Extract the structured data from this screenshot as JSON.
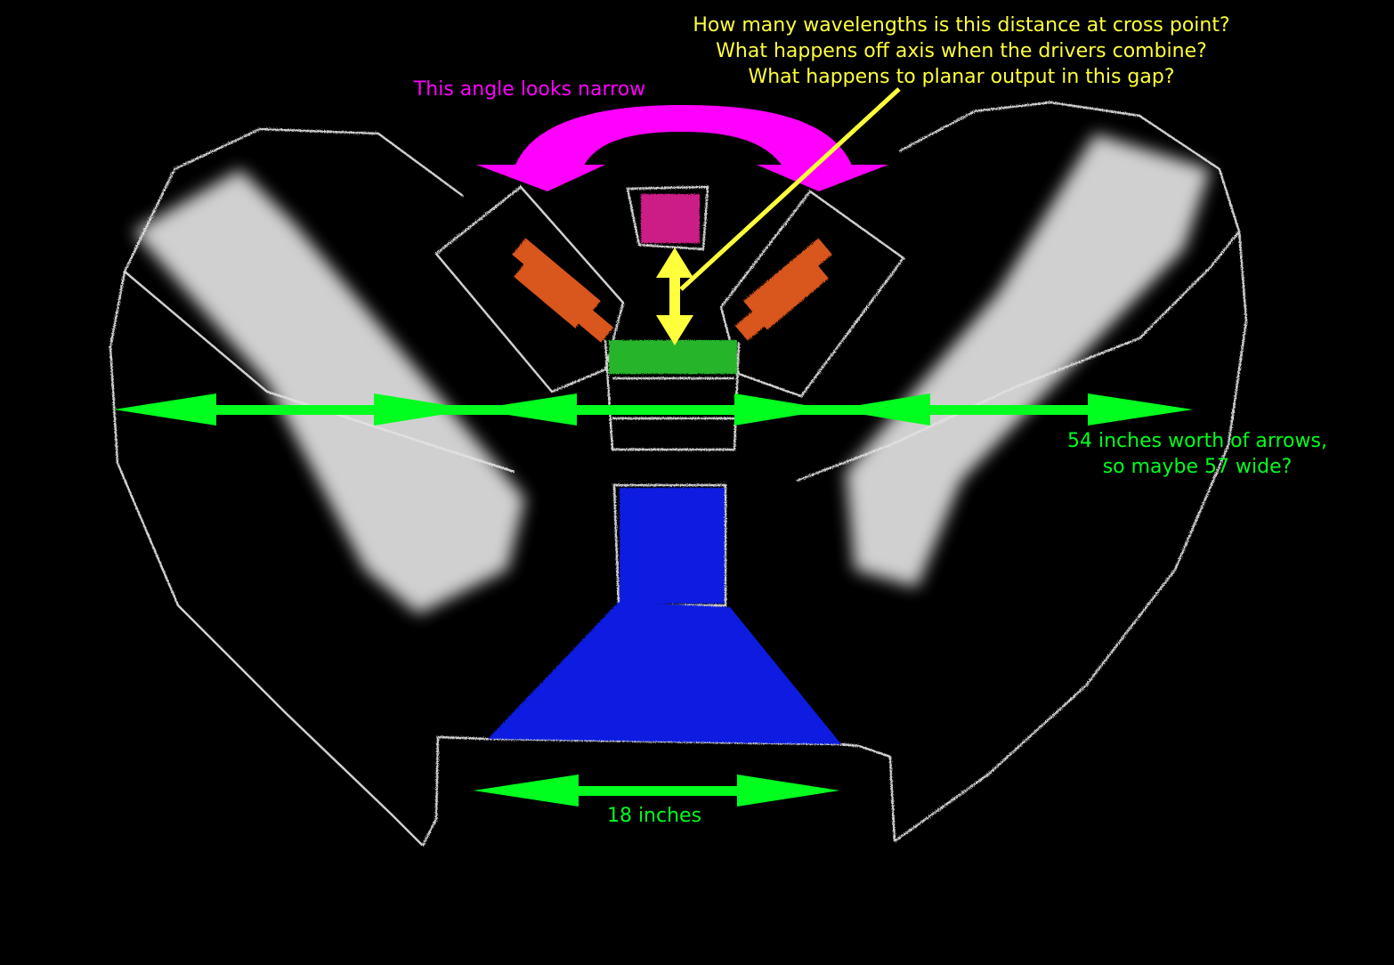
{
  "annotations": {
    "questions": [
      "How many wavelengths is this distance at cross point?",
      "What happens off axis when the drivers combine?",
      "What happens to planar output in this gap?"
    ],
    "angle_note": "This angle looks narrow",
    "width_note_line1": "54 inches worth of arrows,",
    "width_note_line2": "so maybe 57 wide?",
    "base_width_note": "18 inches"
  },
  "colors": {
    "background": "#000000",
    "outline": "#cfcfcf",
    "panel_fill": "#e2e2e2",
    "tweeter": "#cc1f86",
    "planar_drivers": "#d9561b",
    "midrange": "#27b52a",
    "woofer": "#0a1ee0",
    "measure_arrows": "#00ff1e",
    "question_text": "#ffff3c",
    "question_arrows": "#ffff3c",
    "angle_arrow": "#ff00ff",
    "angle_text": "#ff00ff",
    "width_text": "#00ff1e"
  }
}
